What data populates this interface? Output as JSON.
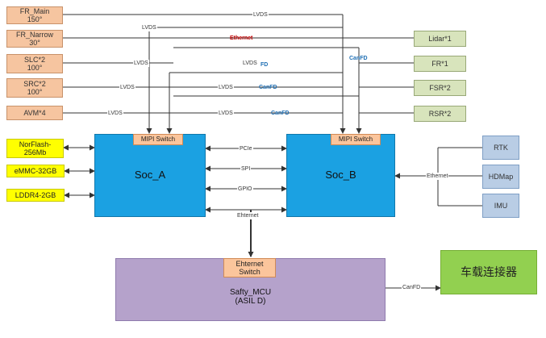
{
  "cameras": [
    {
      "name": "FR_Main",
      "spec": "150°"
    },
    {
      "name": "FR_Narrow",
      "spec": "30°"
    },
    {
      "name": "SLC*2",
      "spec": "100°"
    },
    {
      "name": "SRC*2",
      "spec": "100°"
    },
    {
      "name": "AVM*4",
      "spec": ""
    }
  ],
  "sensors": [
    "Lidar*1",
    "FR*1",
    "FSR*2",
    "RSR*2"
  ],
  "memory": [
    {
      "line1": "NorFlash-",
      "line2": "256Mb"
    },
    {
      "line1": "eMMC-32GB",
      "line2": ""
    },
    {
      "line1": "LDDR4-2GB",
      "line2": ""
    }
  ],
  "soc_a": "Soc_A",
  "soc_b": "Soc_B",
  "mipi_switch": "MIPI Switch",
  "right_inputs": [
    "RTK",
    "HDMap",
    "IMU"
  ],
  "mcu": {
    "switch_line1": "Ehternet",
    "switch_line2": "Switch",
    "name": "Safty_MCU",
    "level": "(ASIL D)"
  },
  "connector": "车载连接器",
  "labels": {
    "lvds": "LVDS",
    "ethernet_red": "Ethernet",
    "canfd": "CanFD",
    "fd": "FD",
    "pcie": "PCIe",
    "spi": "SPI",
    "gpio": "GPIO",
    "ehternet": "Ehternet",
    "ethernet_right": "Ethernet",
    "canfd_out": "CanFD"
  }
}
